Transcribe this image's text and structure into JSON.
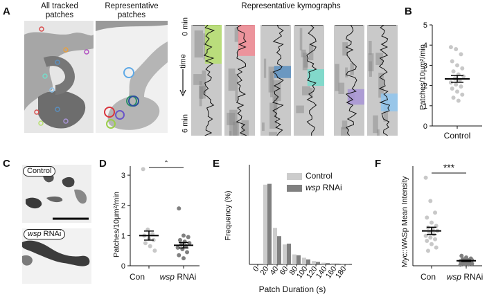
{
  "panels": {
    "A": {
      "label": "A",
      "caption_all": [
        "All tracked",
        "patches"
      ],
      "caption_rep": [
        "Representative",
        "patches"
      ],
      "caption_kymo": "Representative kymographs",
      "time_top": "0 min",
      "time_mid": "time",
      "time_bottom": "6 min",
      "patch_colors": [
        "#b7e06e",
        "#f28b94",
        "#5a8fbf",
        "#76dccb",
        "#a894d6",
        "#8fc6ee"
      ]
    },
    "B": {
      "label": "B",
      "ylabel": "Patches/10μm²/min",
      "xlabel": "Control"
    },
    "C": {
      "label": "C",
      "pill_control": "Control",
      "pill_wsp": "wsp",
      "pill_rnai": "RNAi"
    },
    "D": {
      "label": "D",
      "ylabel": "Patches/10μm²/min",
      "sig": "*",
      "cat_con": "Con",
      "cat_wsp": "wsp",
      "cat_rnai": "RNAi"
    },
    "E": {
      "label": "E",
      "ylabel": "Frequency (%)",
      "xlabel": "Patch Duration (s)",
      "legend_control": "Control",
      "legend_wsp": "wsp",
      "legend_rnai": "RNAi"
    },
    "F": {
      "label": "F",
      "ylabel": "Myc::WASp Mean Intensity",
      "sig": "***",
      "cat_con": "Con",
      "cat_wsp": "wsp",
      "cat_rnai": "RNAi"
    }
  },
  "chart_data": [
    {
      "id": "B",
      "type": "scatter",
      "categories": [
        "Control"
      ],
      "ylim": [
        0,
        5
      ],
      "yticks": [
        0,
        1,
        2,
        3,
        4,
        5
      ],
      "points": [
        3.9,
        3.8,
        3.55,
        3.2,
        3.0,
        2.85,
        2.7,
        2.55,
        2.45,
        2.35,
        2.25,
        2.15,
        2.05,
        1.95,
        1.85,
        1.7,
        1.55,
        1.4,
        1.25
      ],
      "mean": 2.33,
      "sem": 0.17,
      "colors": {
        "points": "#c8c8c8",
        "mean": "#000000"
      }
    },
    {
      "id": "D",
      "type": "scatter",
      "categories": [
        "Con",
        "wsp RNAi"
      ],
      "ylim": [
        0,
        3.3
      ],
      "yticks": [
        0,
        1,
        2,
        3
      ],
      "series": [
        {
          "values": [
            3.2,
            1.2,
            1.05,
            1.0,
            0.9,
            0.85,
            0.75,
            0.65,
            0.5
          ],
          "mean": 1.0,
          "sem": 0.15,
          "color": "#c8c8c8"
        },
        {
          "values": [
            1.9,
            1.0,
            0.95,
            0.85,
            0.8,
            0.75,
            0.7,
            0.65,
            0.6,
            0.55,
            0.45,
            0.35,
            0.25
          ],
          "mean": 0.68,
          "sem": 0.09,
          "color": "#808080"
        }
      ]
    },
    {
      "id": "E",
      "type": "bar",
      "categories": [
        0,
        20,
        40,
        60,
        80,
        100,
        120,
        140,
        160,
        180
      ],
      "ylim": [
        0,
        60
      ],
      "series": [
        {
          "name": "Control",
          "values": [
            0,
            48,
            22,
            12,
            6,
            4,
            2,
            1,
            0.7,
            0.5
          ],
          "color": "#cccccc"
        },
        {
          "name": "wsp RNAi",
          "values": [
            0,
            48.5,
            17,
            12.5,
            5.5,
            3,
            1.5,
            0.8,
            0.5,
            0.3
          ],
          "color": "#808080"
        }
      ]
    },
    {
      "id": "F",
      "type": "scatter",
      "categories": [
        "Con",
        "wsp RNAi"
      ],
      "ylim": [
        0,
        3.0
      ],
      "series": [
        {
          "values": [
            2.65,
            1.95,
            1.6,
            1.45,
            1.3,
            1.2,
            1.15,
            1.1,
            1.05,
            1.0,
            0.95,
            0.9,
            0.85,
            0.8,
            0.75,
            0.65,
            0.55,
            0.45
          ],
          "mean": 1.05,
          "sem": 0.11,
          "color": "#c8c8c8"
        },
        {
          "values": [
            0.3,
            0.25,
            0.22,
            0.2,
            0.18,
            0.17,
            0.16,
            0.15,
            0.14,
            0.13,
            0.12,
            0.11,
            0.1,
            0.09,
            0.08,
            0.07,
            0.06,
            0.05,
            0.04,
            0.03
          ],
          "mean": 0.15,
          "sem": 0.02,
          "color": "#808080"
        }
      ]
    }
  ]
}
